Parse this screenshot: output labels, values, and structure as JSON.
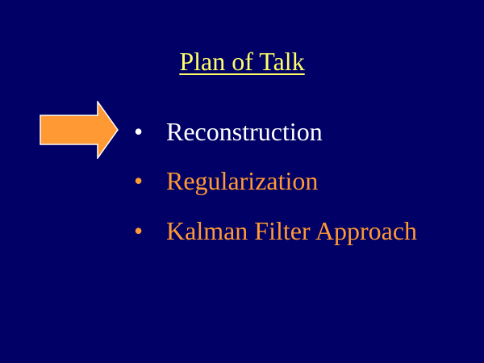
{
  "slide": {
    "title": "Plan of Talk",
    "bullet_symbol": "•",
    "items": [
      {
        "label": "Reconstruction",
        "current": true
      },
      {
        "label": "Regularization",
        "current": false
      },
      {
        "label": "Kalman Filter Approach",
        "current": false
      }
    ]
  },
  "colors": {
    "background": "#000066",
    "title": "#FFFF66",
    "current_item": "#FFFFFF",
    "other_items": "#FF9933",
    "arrow_fill": "#FF9933",
    "arrow_outline": "#FFFFFF"
  },
  "icons": {
    "pointer": "right-arrow-icon"
  }
}
